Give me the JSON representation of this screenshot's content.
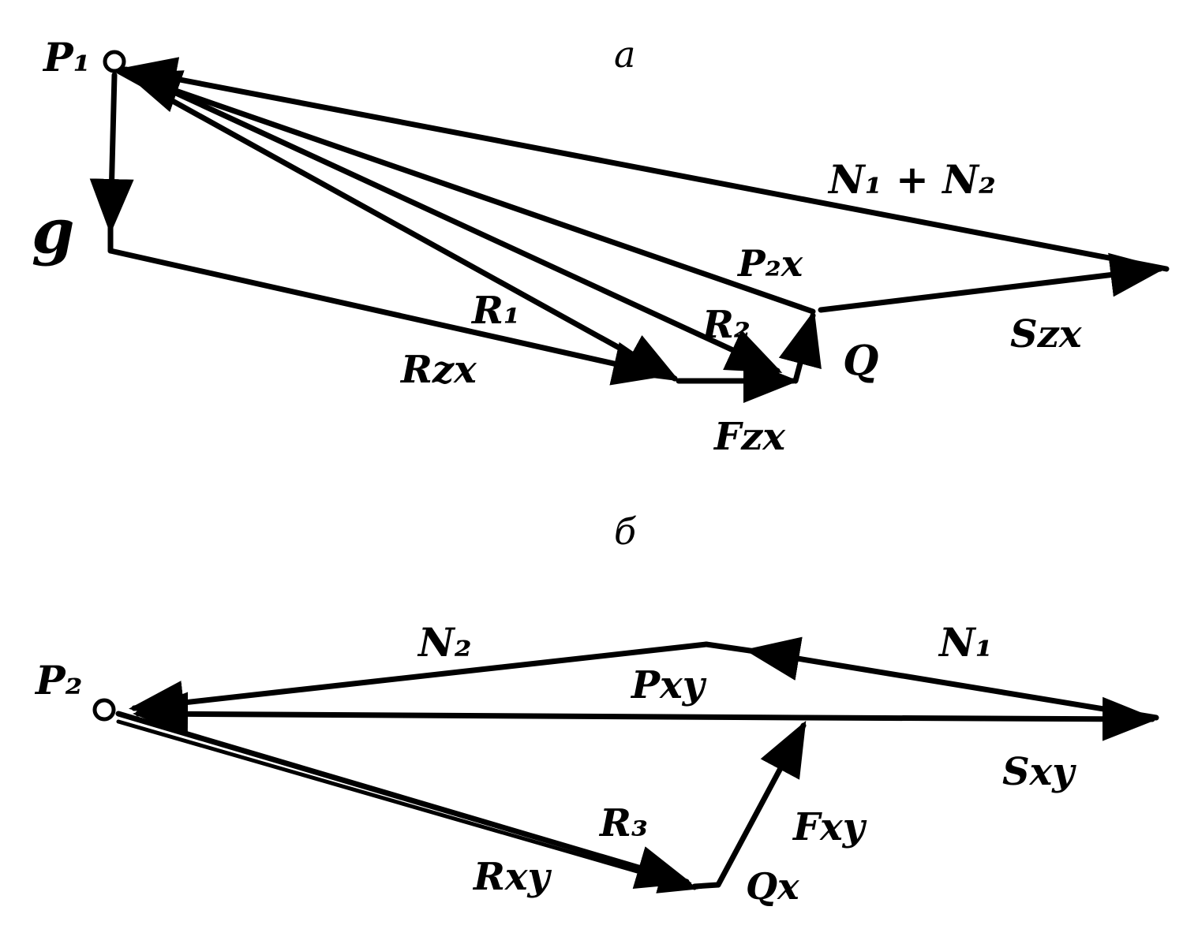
{
  "panel_a": {
    "caption": "a",
    "pole": "P₁",
    "weight": "g",
    "labels": {
      "n1_n2": "N₁ + N₂",
      "p_zx": "P₂x",
      "s_zx": "Sᴢx",
      "r1": "R₁",
      "r2": "R₂",
      "r_zx": "Rzx",
      "f_zx": "Fᴢx",
      "q": "Q"
    }
  },
  "panel_b": {
    "caption": "б",
    "pole": "P₂",
    "labels": {
      "n2": "N₂",
      "n1": "N₁",
      "p_xy": "Pxy",
      "s_xy": "Sxy",
      "r3": "R₃",
      "r_xy": "Rxy",
      "f_xy": "Fxy",
      "q_x": "Qx"
    }
  }
}
